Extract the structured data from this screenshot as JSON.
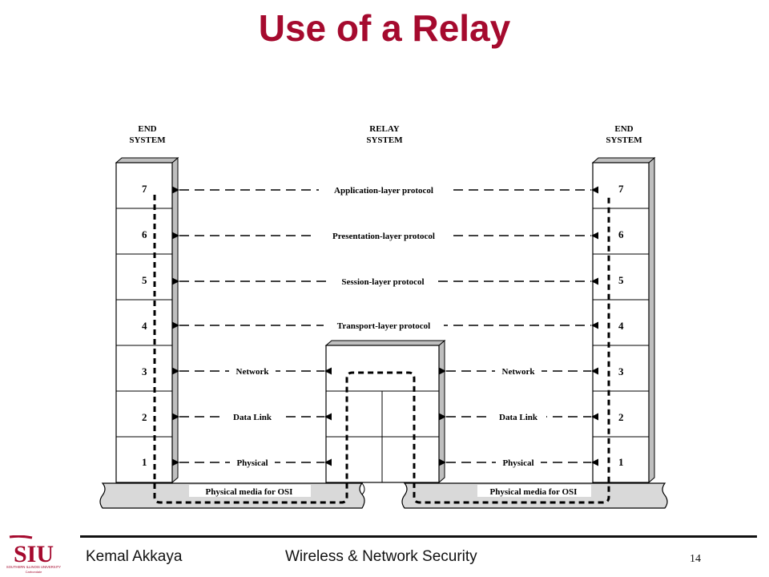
{
  "title": "Use of a Relay",
  "diagram": {
    "end_system_left_label": [
      "END",
      "SYSTEM"
    ],
    "relay_system_label": [
      "RELAY",
      "SYSTEM"
    ],
    "end_system_right_label": [
      "END",
      "SYSTEM"
    ],
    "layers": [
      "7",
      "6",
      "5",
      "4",
      "3",
      "2",
      "1"
    ],
    "end_to_end_protocols": [
      "Application-layer protocol",
      "Presentation-layer protocol",
      "Session-layer protocol",
      "Transport-layer protocol"
    ],
    "hop_protocols": [
      "Network",
      "Data Link",
      "Physical"
    ],
    "media_label": "Physical media for OSI"
  },
  "footer": {
    "logo_text": "SIU",
    "logo_subtext": "SOUTHERN ILLINOIS UNIVERSITY",
    "logo_subtext2": "Carbondale",
    "author": "Kemal Akkaya",
    "course": "Wireless & Network Security",
    "page_number": "14"
  },
  "colors": {
    "title": "#a50a2e",
    "media_fill": "#d9d9d9",
    "logo": "#a50a2e"
  }
}
